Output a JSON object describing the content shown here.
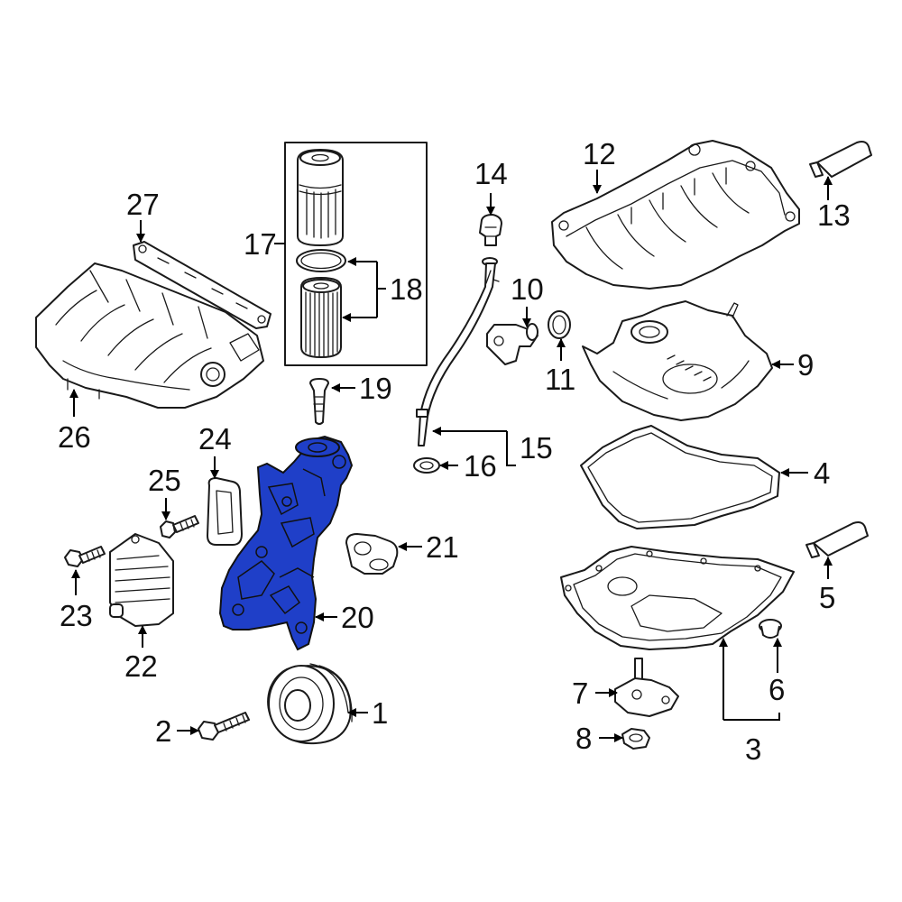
{
  "colors": {
    "highlight": "#1f3fc8",
    "line": "#1a1a1a",
    "background": "#ffffff"
  },
  "highlighted_part": "20",
  "callouts": {
    "c1": "1",
    "c2": "2",
    "c3": "3",
    "c4": "4",
    "c5": "5",
    "c6": "6",
    "c7": "7",
    "c8": "8",
    "c9": "9",
    "c10": "10",
    "c11": "11",
    "c12": "12",
    "c13": "13",
    "c14": "14",
    "c15": "15",
    "c16": "16",
    "c17": "17",
    "c18": "18",
    "c19": "19",
    "c20": "20",
    "c21": "21",
    "c22": "22",
    "c23": "23",
    "c24": "24",
    "c25": "25",
    "c26": "26",
    "c27": "27"
  }
}
